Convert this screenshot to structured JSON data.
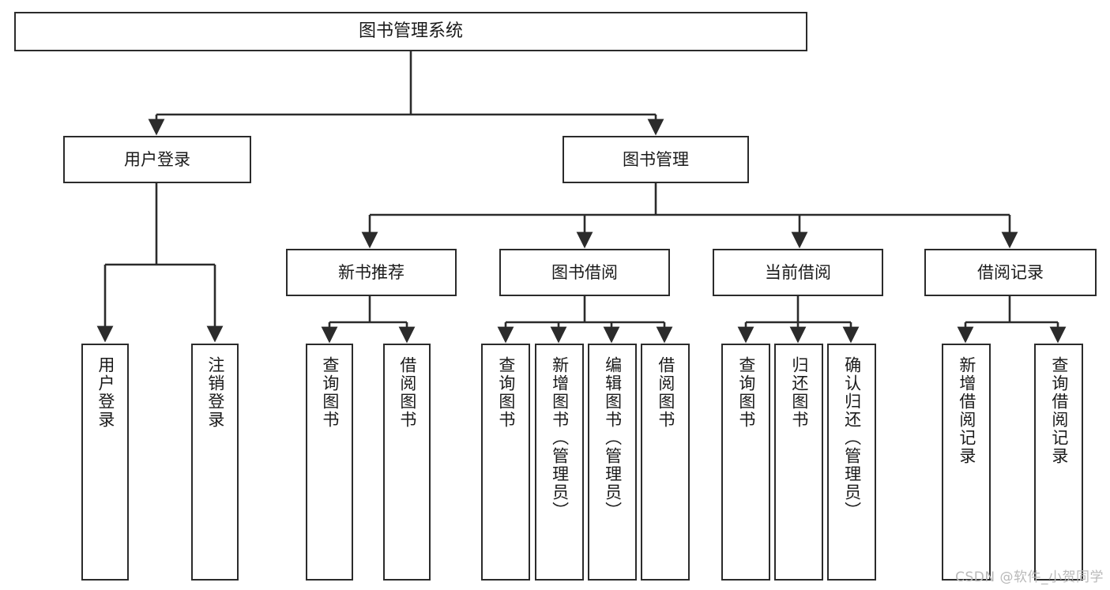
{
  "diagram": {
    "title": "图书管理系统",
    "type": "tree",
    "orientation": "top-down",
    "colors": {
      "stroke": "#2b2b2b",
      "fill": "#ffffff",
      "text": "#1a1a1a",
      "watermark": "#b9b9b9"
    },
    "nodes": {
      "root": {
        "label": "图书管理系统"
      },
      "level2": [
        {
          "label": "用户登录"
        },
        {
          "label": "图书管理"
        }
      ],
      "level3": [
        {
          "label": "新书推荐"
        },
        {
          "label": "图书借阅"
        },
        {
          "label": "当前借阅"
        },
        {
          "label": "借阅记录"
        }
      ],
      "leaves_user_login": [
        {
          "label": "用户登录"
        },
        {
          "label": "注销登录"
        }
      ],
      "leaves_new_book": [
        {
          "label": "查询图书"
        },
        {
          "label": "借阅图书"
        }
      ],
      "leaves_borrow": [
        {
          "label": "查询图书"
        },
        {
          "label": "新增图书（管理员）"
        },
        {
          "label": "编辑图书（管理员）"
        },
        {
          "label": "借阅图书"
        }
      ],
      "leaves_current": [
        {
          "label": "查询图书"
        },
        {
          "label": "归还图书"
        },
        {
          "label": "确认归还（管理员）"
        }
      ],
      "leaves_records": [
        {
          "label": "新增借阅记录"
        },
        {
          "label": "查询借阅记录"
        }
      ]
    },
    "watermark": "CSDN @软件_小贺同学"
  }
}
